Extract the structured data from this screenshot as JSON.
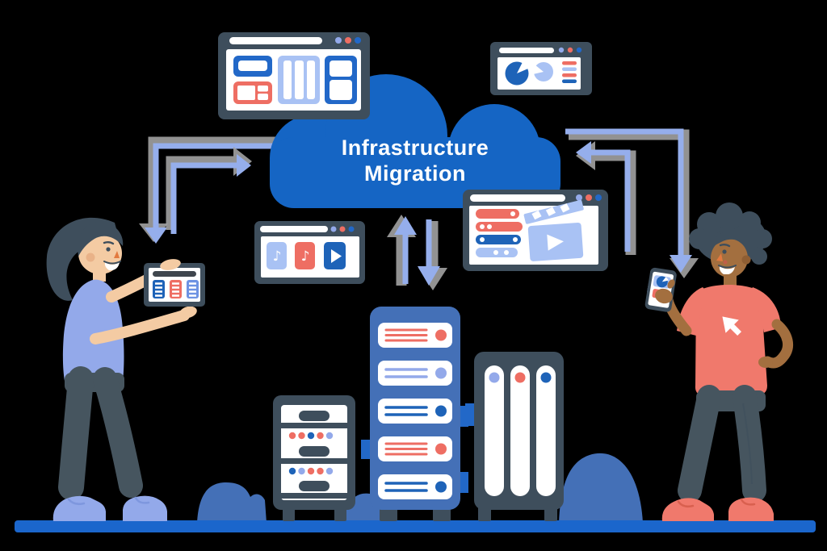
{
  "title": {
    "line1": "Infrastructure",
    "line2": "Migration"
  },
  "icons": {
    "music_note": "♪",
    "play": "play-triangle",
    "pie_chart": "pie-chart",
    "clapperboard": "clapperboard",
    "cursor": "cursor-arrow"
  },
  "colors": {
    "cloud": "#1565C4",
    "slate": "#3E4E5C",
    "pants": "#46555F",
    "medium_blue": "#4470B7",
    "bright_blue": "#2268C8",
    "dark_blue": "#1E63B8",
    "periwinkle": "#A9C2F4",
    "periwinkle_dark": "#93A9EA",
    "periwinkle_deep": "#7E97DE",
    "tablet_blue": "#6E93E3",
    "coral": "#EE6E63",
    "shirt": "#F0796C",
    "shoe_lace_red": "#D9604F",
    "skin_light": "#F4CBA3",
    "skin_light_shade": "#E9B288",
    "skin_dark": "#A36F3F",
    "skin_dark_shade": "#8F5E33",
    "nose_orange": "#E2793F",
    "blush": "#C75B4B",
    "ground": "#1B66CC",
    "arrow": "#95AEEC",
    "arrow_shadow": "#A2A2A2",
    "topbar_gray": "#3F464E",
    "white": "#FFFFFF"
  }
}
